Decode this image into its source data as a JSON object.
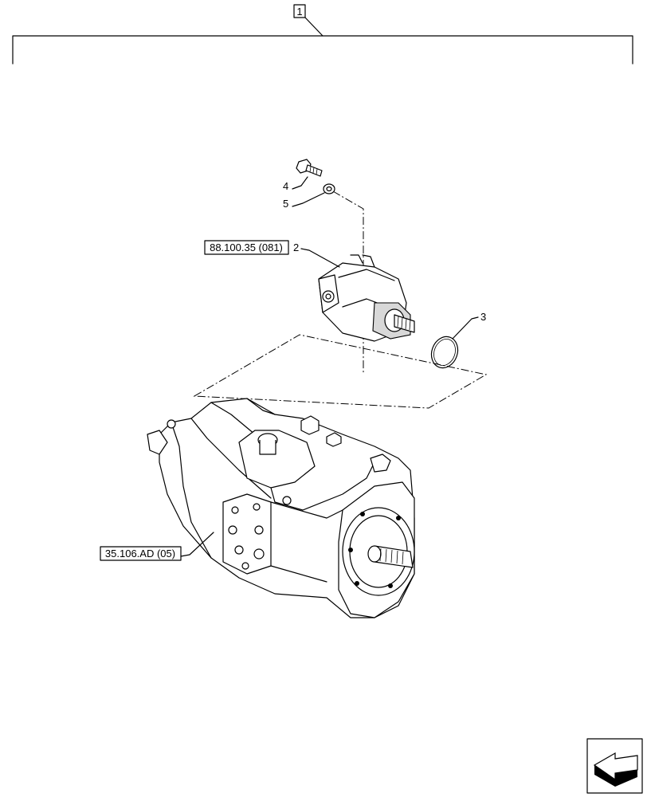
{
  "group_label": "1",
  "callouts": {
    "item2": "2",
    "item3": "3",
    "item4": "4",
    "item5": "5"
  },
  "references": {
    "gear_pump_ref": "88.100.35 (081)",
    "main_pump_ref": "35.106.AD (05)"
  },
  "icons": {
    "nav": "next-page-arrow-icon"
  }
}
